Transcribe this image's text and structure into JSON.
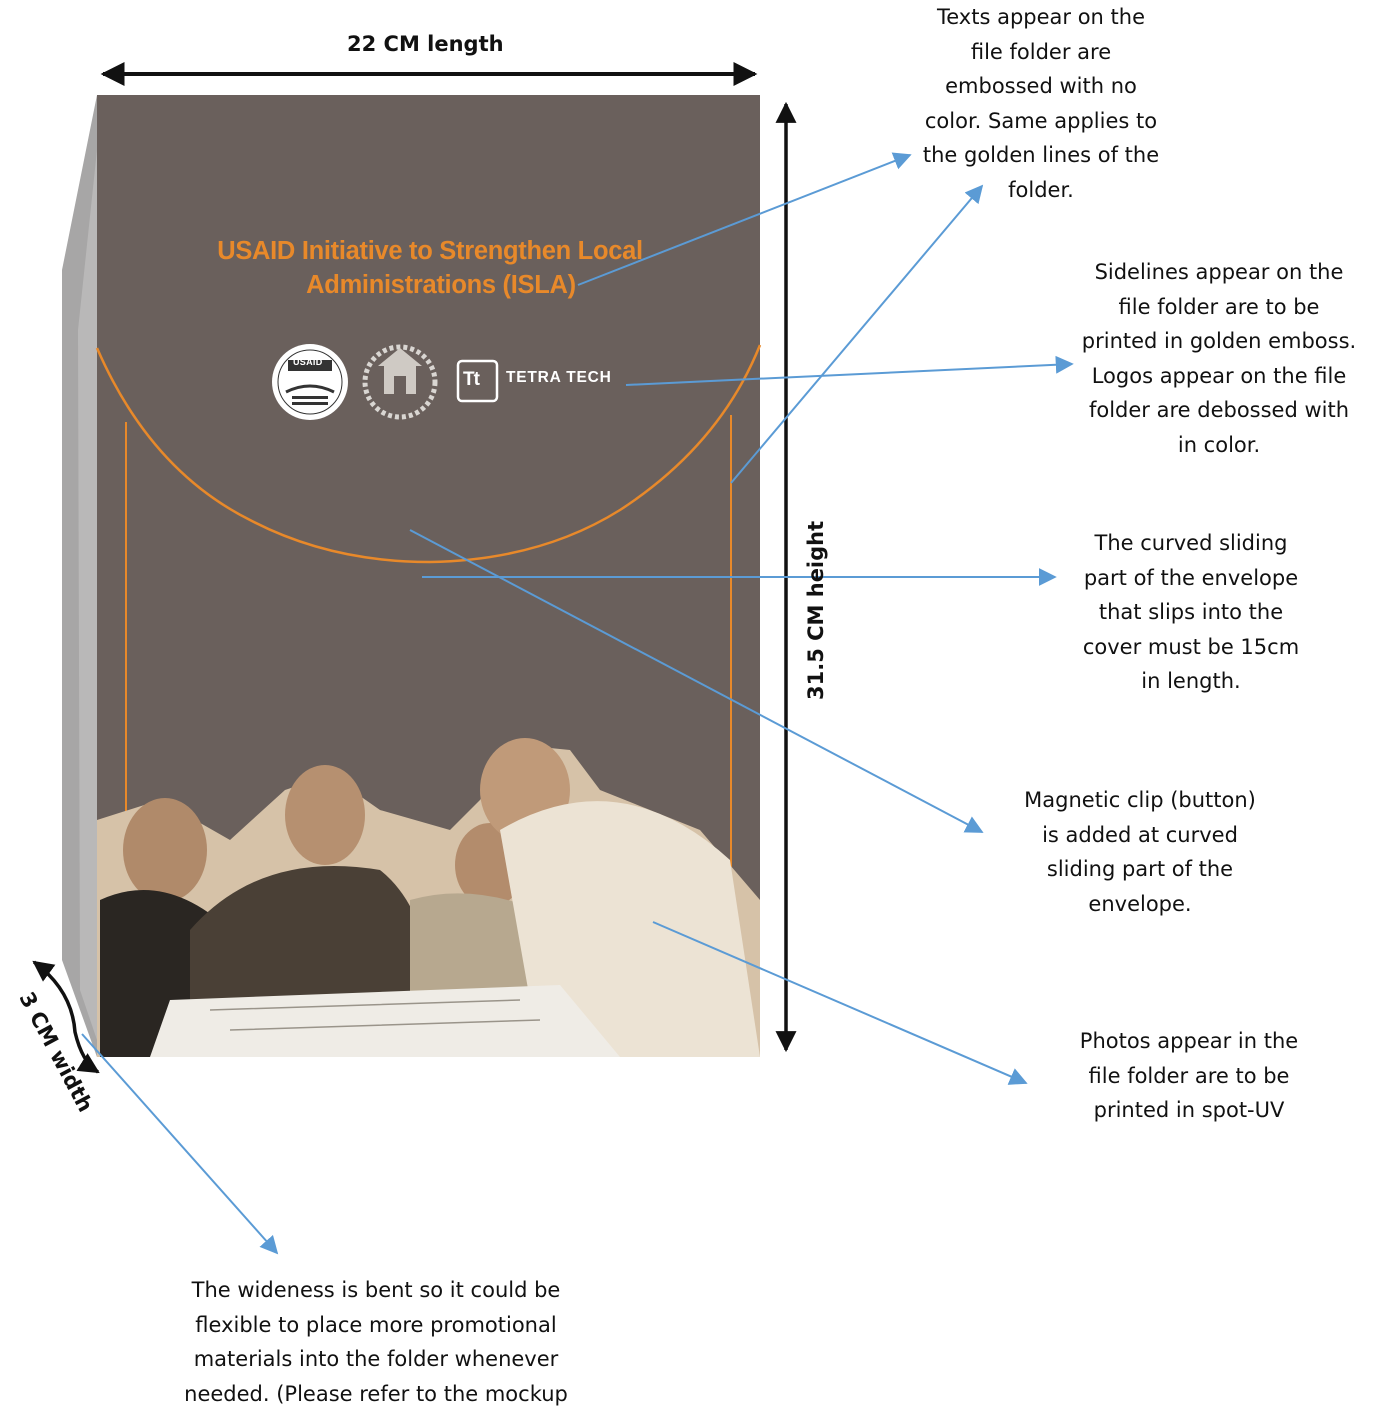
{
  "dimensions": {
    "length_label": "22 CM length",
    "height_label": "31.5 CM height",
    "width_label": "3 CM width"
  },
  "folder": {
    "title_line1": "USAID Initiative to Strengthen Local",
    "title_line2": "Administrations (ISLA)",
    "logo_usaid_text": "USAID",
    "logo_tetratech_mark": "Tt",
    "logo_tetratech_text": "TETRA TECH",
    "colors": {
      "cover": "#6a605c",
      "spine": "#a7a6a6",
      "gold_lines": "#e8892a",
      "title": "#e8892a",
      "arrow": "#5b9bd5"
    }
  },
  "annotations": {
    "emboss_text": [
      "Texts appear on the",
      "file folder are",
      "embossed with no",
      "color. Same applies to",
      "the golden lines of the",
      "folder."
    ],
    "sidelines": [
      "Sidelines appear on the",
      "file folder are to be",
      "printed in golden emboss.",
      "Logos appear on the file",
      "folder are debossed with",
      "in color."
    ],
    "curved_part": [
      "The curved sliding",
      "part of the envelope",
      "that slips into the",
      "cover must be 15cm",
      "in length."
    ],
    "magnetic_clip": [
      "Magnetic clip (button)",
      "is added at curved",
      "sliding part of the",
      "envelope."
    ],
    "photos": [
      "Photos appear in the",
      "file folder are to be",
      "printed in spot-UV"
    ],
    "wideness": [
      "The wideness is bent so it could be",
      "flexible to place more promotional",
      "materials into the folder whenever",
      "needed. (Please refer to the mockup"
    ]
  }
}
